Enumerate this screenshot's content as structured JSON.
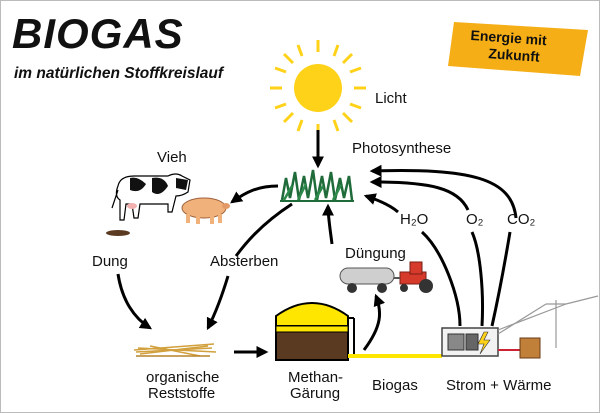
{
  "title": "BIOGAS",
  "subtitle": "im natürlichen Stoffkreislauf",
  "badge": {
    "line1": "Energie mit",
    "line2": "Zukunft"
  },
  "labels": {
    "licht": "Licht",
    "photosynthese": "Photosynthese",
    "vieh": "Vieh",
    "dung": "Dung",
    "absterben": "Absterben",
    "duengung": "Düngung",
    "h2o": "H₂O",
    "o2": "O₂",
    "co2": "CO₂",
    "organische_line1": "organische",
    "organische_line2": "Reststoffe",
    "methan_line1": "Methan-",
    "methan_line2": "Gärung",
    "biogas": "Biogas",
    "strom": "Strom + Wärme"
  },
  "colors": {
    "sun": "#ffd21a",
    "badge": "#f5ae16",
    "grass": "#1f6b3a",
    "digester": "#ffe600",
    "biogas_line": "#ffe600"
  }
}
